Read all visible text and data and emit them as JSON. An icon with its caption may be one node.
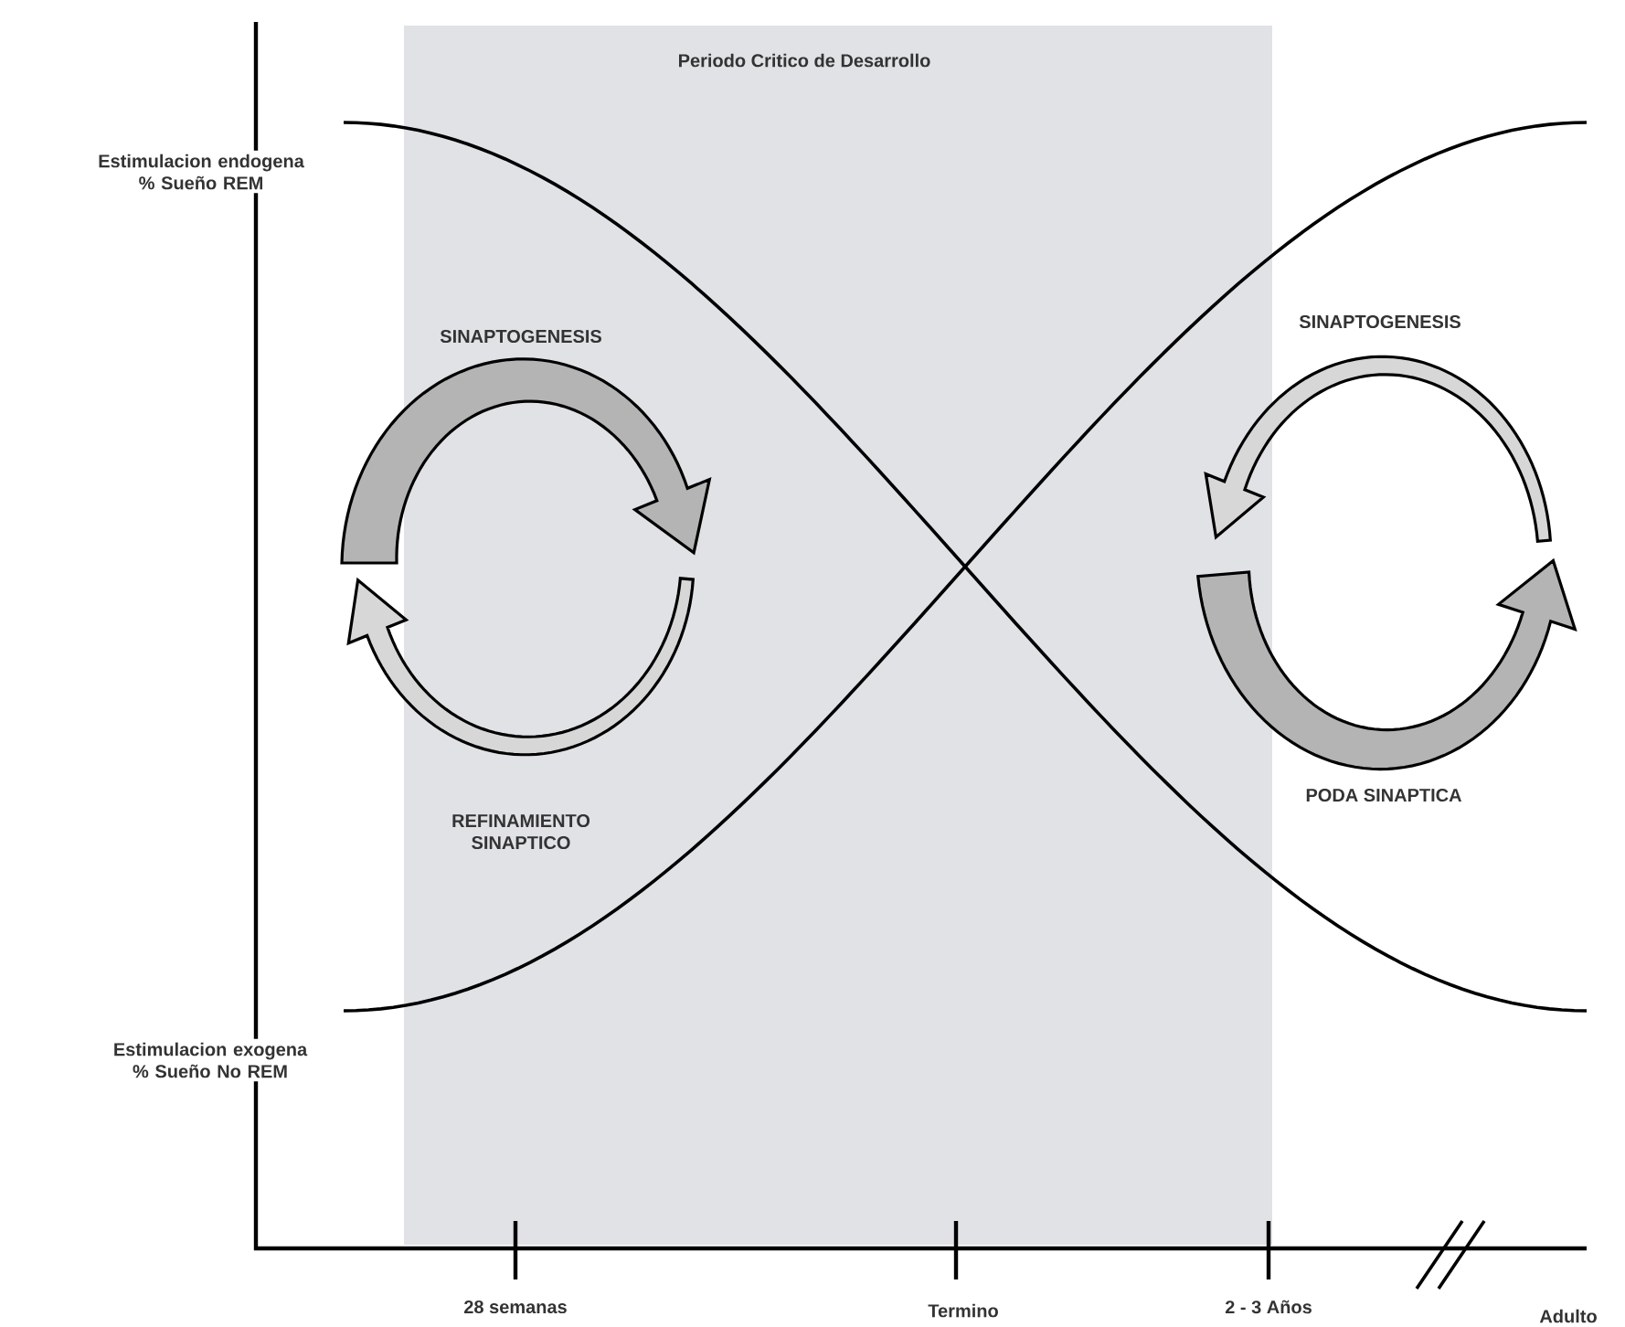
{
  "diagram": {
    "nodes": [
      {
        "text": [
          "Periodo Critico de Desarrollo"
        ]
      }
    ],
    "labels": [
      "Estimulacion endogena % Sueño REM",
      "SINAPTOGENESIS",
      "SINAPTOGENESIS",
      "REFINAMIENTO SINAPTICO",
      "PODA SINAPTICA",
      "Estimulacion exogena % Sueño No REM",
      "28 semanas",
      "Termino",
      "2 - 3 Años",
      "Adulto"
    ]
  }
}
